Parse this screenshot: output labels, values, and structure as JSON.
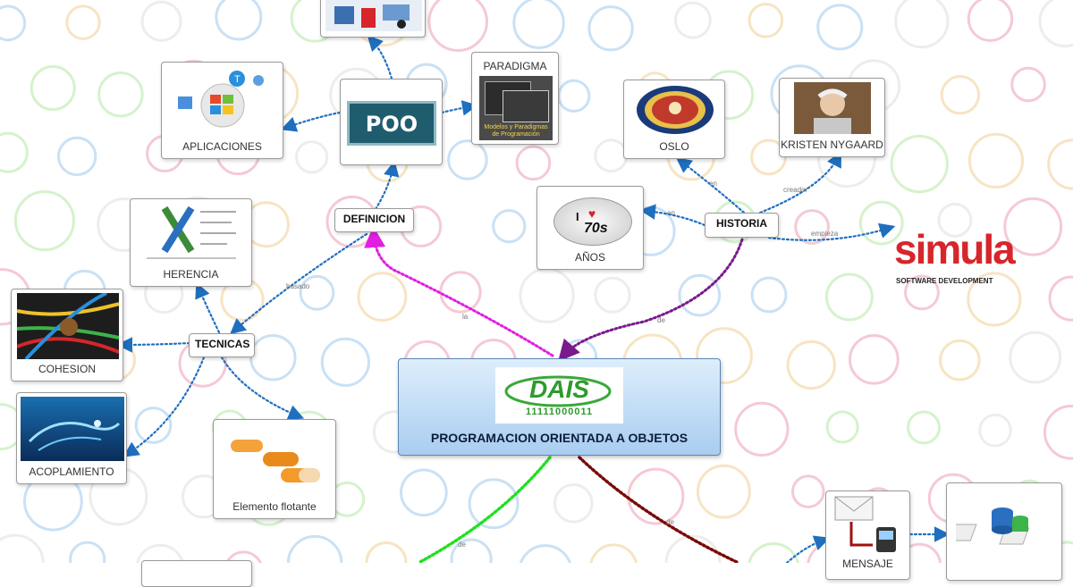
{
  "central": {
    "title": "PROGRAMACION ORIENTADA A OBJETOS",
    "logo_text": "DAIS",
    "logo_digits": "11111000011"
  },
  "nodes": {
    "poo": {
      "image_text": "POO"
    },
    "aplicaciones": {
      "caption": "APLICACIONES"
    },
    "paradigma": {
      "caption": "PARADIGMA",
      "image_text_line1": "Modelos y Paradigmas",
      "image_text_line2": "de Programación"
    },
    "definicion": {
      "label": "DEFINICION"
    },
    "herencia": {
      "caption": "HERENCIA"
    },
    "tecnicas": {
      "label": "TECNICAS"
    },
    "cohesion": {
      "caption": "COHESION"
    },
    "acoplamiento": {
      "caption": "ACOPLAMIENTO"
    },
    "elemento_flotante": {
      "caption": "Elemento flotante"
    },
    "historia": {
      "label": "HISTORIA"
    },
    "oslo": {
      "caption": "OSLO"
    },
    "kristen": {
      "caption": "KRISTEN NYGAARD"
    },
    "anos": {
      "caption": "AÑOS",
      "badge_prefix": "I",
      "badge_text": "70s"
    },
    "simula": {
      "brand": "simula",
      "tagline": "SOFTWARE DEVELOPMENT"
    },
    "mensaje": {
      "caption": "MENSAJE"
    }
  },
  "edge_labels": {
    "basado": "basado",
    "la": "la",
    "de_historia": "de",
    "en_oslo": "en",
    "creador": "creador",
    "en_anos": "en",
    "empieza": "empieza",
    "de_green": "de",
    "de_red": "de"
  },
  "colors": {
    "blue_link": "#1f6fbf",
    "magenta_link": "#e21ee2",
    "purple_link": "#7a1a8c",
    "green_link": "#22e022",
    "darkred_link": "#7a0a0a",
    "simula_red": "#d6262b"
  }
}
